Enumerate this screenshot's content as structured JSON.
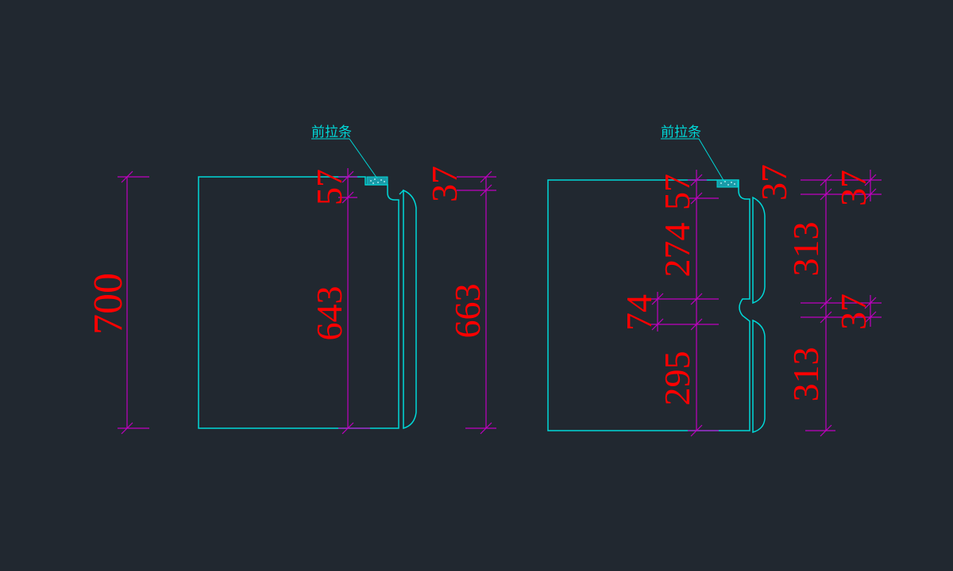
{
  "colors": {
    "background": "#212830",
    "outline": "#00d8d8",
    "dimension_line": "#c000c0",
    "dimension_text": "#ff0000"
  },
  "left_view": {
    "callout": "前拉条",
    "dims": {
      "overall_height": "700",
      "top_gap": "57",
      "body_height": "643",
      "door_top": "37",
      "door_height": "663"
    }
  },
  "right_view": {
    "callout": "前拉条",
    "dims": {
      "top_gap": "57",
      "upper_door_gap": "37",
      "upper_body": "274",
      "mid_gap": "74",
      "lower_body": "295",
      "right_top_gap": "37",
      "upper_drawer": "313",
      "mid_drawer_gap": "37",
      "lower_drawer": "313"
    }
  }
}
